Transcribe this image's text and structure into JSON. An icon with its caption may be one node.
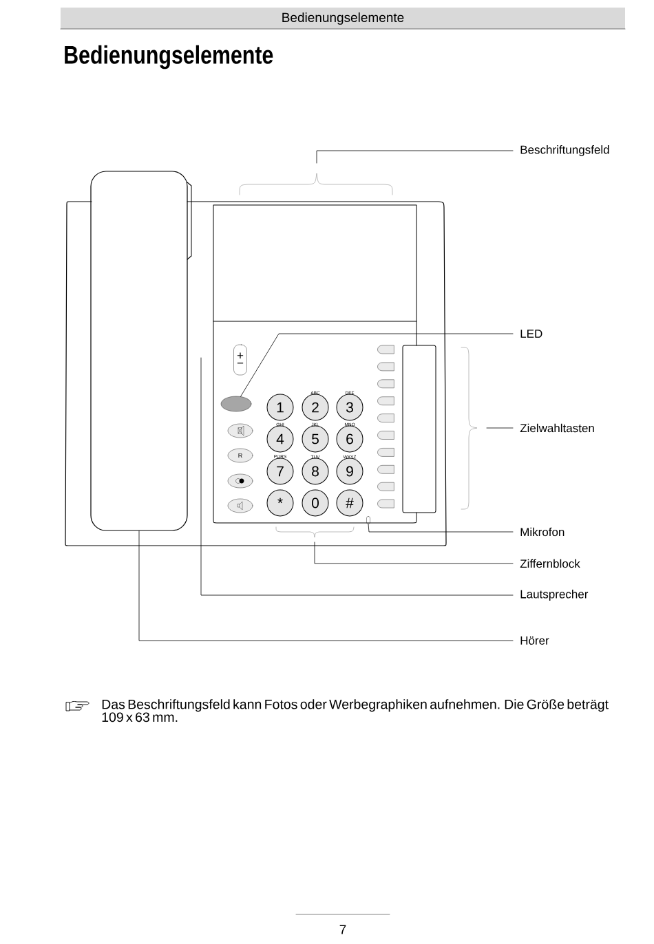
{
  "diagram": {
    "title": "Bedienungselemente",
    "nodes": [
      {
        "text": [
          "Beschriftungsfeld"
        ]
      },
      {
        "text": [
          "LED"
        ]
      },
      {
        "text": [],
        "shape": "ellipse"
      },
      {
        "text": [
          "Zielwahltasten"
        ]
      },
      {
        "text": [
          "Mikrofon"
        ]
      },
      {
        "text": [],
        "shape": "slot"
      },
      {
        "text": [
          "Ziffernblock"
        ]
      },
      {
        "text": [
          "Lautsprecher"
        ]
      },
      {
        "text": [
          "Hörer"
        ]
      },
      {
        "text": [],
        "shape": "handset"
      },
      {
        "text": [
          "+",
          "−"
        ]
      },
      {
        "text": [
          "R"
        ]
      },
      {
        "text": [
          "1"
        ]
      },
      {
        "text": [
          "2"
        ],
        "beside": [
          "ABC"
        ]
      },
      {
        "text": [
          "3"
        ],
        "beside": [
          "DEF"
        ]
      },
      {
        "text": [
          "4"
        ],
        "beside": [
          "GHI"
        ]
      },
      {
        "text": [
          "5"
        ],
        "beside": [
          "JKL"
        ]
      },
      {
        "text": [
          "6"
        ],
        "beside": [
          "MNO"
        ]
      },
      {
        "text": [
          "7"
        ],
        "beside": [
          "PQRS"
        ]
      },
      {
        "text": [
          "8"
        ],
        "beside": [
          "TUV"
        ]
      },
      {
        "text": [
          "9"
        ],
        "beside": [
          "WXYZ"
        ]
      },
      {
        "text": [
          "*"
        ]
      },
      {
        "text": [
          "0"
        ]
      },
      {
        "text": [
          "#"
        ]
      }
    ],
    "edges": [
      {
        "from": 0,
        "to": null,
        "arrow": "none"
      },
      {
        "from": 1,
        "to": 2,
        "arrow": "none"
      },
      {
        "from": 3,
        "to": null,
        "arrow": "none"
      },
      {
        "from": 4,
        "to": 5,
        "arrow": "none"
      },
      {
        "from": 6,
        "to": null,
        "arrow": "none"
      },
      {
        "from": 7,
        "to": null,
        "arrow": "none"
      },
      {
        "from": 8,
        "to": 9,
        "arrow": "none"
      }
    ],
    "labels": [
      "Bedienungselemente",
      "Das Beschriftungsfeld kann Fotos oder Werbegraphiken aufnehmen. Die Größe beträgt 109 x 63 mm.",
      "7"
    ]
  }
}
